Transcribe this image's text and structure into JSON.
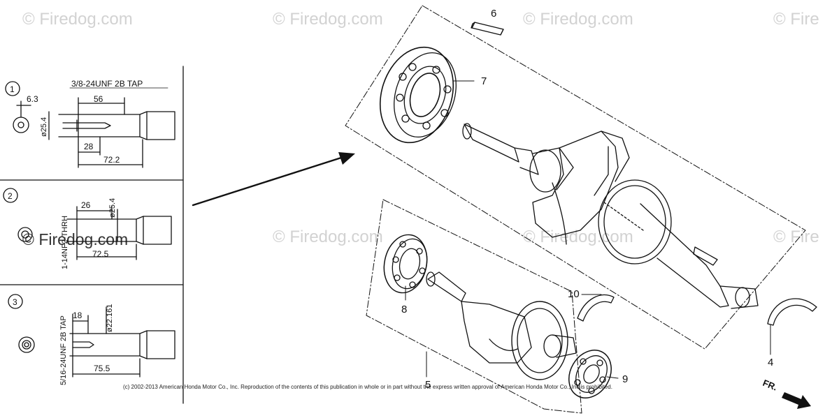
{
  "watermark": {
    "text": "© Firedog.com",
    "text_cut": "© Fire"
  },
  "callouts": {
    "c4": "4",
    "c5": "5",
    "c6": "6",
    "c7": "7",
    "c8": "8",
    "c9": "9",
    "c10": "10",
    "fr": "FR."
  },
  "options": [
    {
      "number": "1",
      "tap": "3/8-24UNF 2B TAP",
      "dims": {
        "a": "6.3",
        "b": "ø25.4",
        "c": "56",
        "d": "28",
        "e": "72.2"
      }
    },
    {
      "number": "2",
      "tap": "1-14NF2-THRH",
      "dims": {
        "a": "26",
        "b": "ø25.4",
        "c": "72.5"
      }
    },
    {
      "number": "3",
      "tap": "5/16-24UNF 2B TAP",
      "dims": {
        "a": "18",
        "b": "ø22.161",
        "c": "75.5"
      }
    }
  ],
  "copyright": "(c) 2002-2013 American Honda Motor Co., Inc. Reproduction of the contents of this publication in whole or in part without the express written approval of American Honda Motor Co., Inc is prohibited.",
  "colors": {
    "ink": "#111111",
    "watermark": "#d2d2d2",
    "background": "#ffffff"
  }
}
